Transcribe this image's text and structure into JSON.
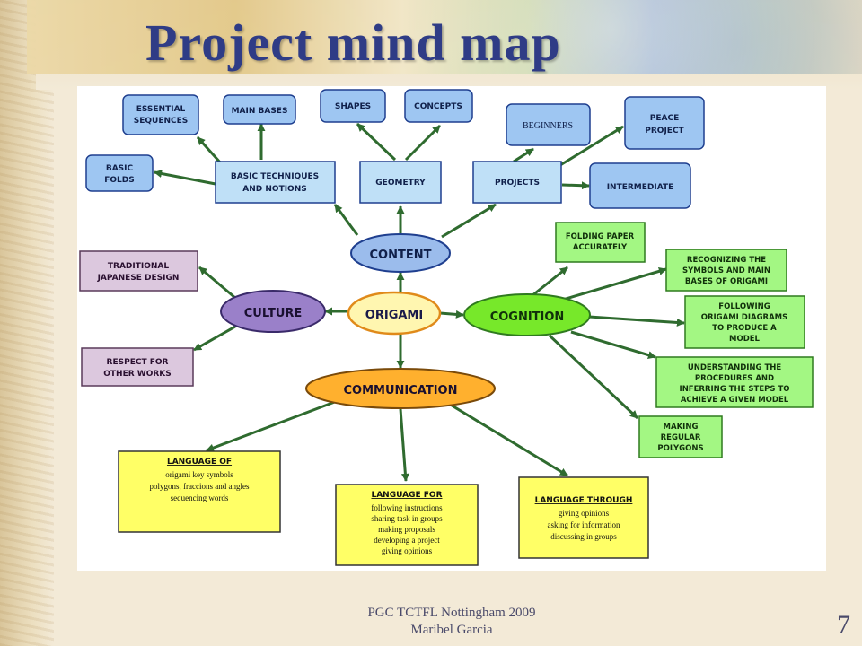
{
  "slide": {
    "title": "Project mind map",
    "footer_line1": "PGC TCTFL  Nottingham 2009",
    "footer_line2": "Maribel Garcia",
    "page_number": "7"
  },
  "colors": {
    "content_node": "#9bbcec",
    "culture_node": "#9a80c9",
    "origami_node": "#fff6b0",
    "cognition_node": "#77e82a",
    "communication_node": "#ffb02e",
    "content_boxes": "#9ec6f2",
    "culture_boxes": "#dcc8de",
    "cognition_boxes": "#a3f783",
    "communication_boxes": "#ffff66",
    "arrow": "#2f6b2f"
  },
  "nodes": {
    "origami": "ORIGAMI",
    "content": "CONTENT",
    "culture": "CULTURE",
    "cognition": "COGNITION",
    "communication": "COMMUNICATION"
  },
  "content": {
    "basic_techniques": [
      "BASIC TECHNIQUES",
      "AND NOTIONS"
    ],
    "geometry": "GEOMETRY",
    "projects": "PROJECTS",
    "essential_sequences": [
      "ESSENTIAL",
      "SEQUENCES"
    ],
    "main_bases": "MAIN BASES",
    "basic_folds": [
      "BASIC",
      "FOLDS"
    ],
    "shapes": "SHAPES",
    "concepts": "CONCEPTS",
    "beginners": "BEGINNERS",
    "peace_project": [
      "PEACE",
      "PROJECT"
    ],
    "intermediate": "INTERMEDIATE"
  },
  "culture": {
    "traditional": [
      "TRADITIONAL",
      "JAPANESE DESIGN"
    ],
    "respect": [
      "RESPECT FOR",
      "OTHER WORKS"
    ]
  },
  "cognition": {
    "folding": [
      "FOLDING PAPER",
      "ACCURATELY"
    ],
    "recognizing": [
      "RECOGNIZING THE",
      "SYMBOLS AND MAIN",
      "BASES OF ORIGAMI"
    ],
    "following": [
      "FOLLOWING",
      "ORIGAMI DIAGRAMS",
      "TO PRODUCE A",
      "MODEL"
    ],
    "understanding": [
      "UNDERSTANDING THE",
      "PROCEDURES AND",
      "INFERRING THE STEPS TO",
      "ACHIEVE A GIVEN MODEL"
    ],
    "making": [
      "MAKING",
      "REGULAR",
      "POLYGONS"
    ]
  },
  "communication": {
    "language_of": {
      "heading": "LANGUAGE OF",
      "lines": [
        "origami key symbols",
        "polygons, fraccions and angles",
        "sequencing words"
      ]
    },
    "language_for": {
      "heading": "LANGUAGE FOR",
      "lines": [
        "following  instructions",
        "sharing task in groups",
        "making proposals",
        "developing a project",
        "giving opinions"
      ]
    },
    "language_through": {
      "heading": "LANGUAGE THROUGH",
      "lines": [
        "giving opinions",
        "asking for information",
        "discussing in groups"
      ]
    }
  }
}
